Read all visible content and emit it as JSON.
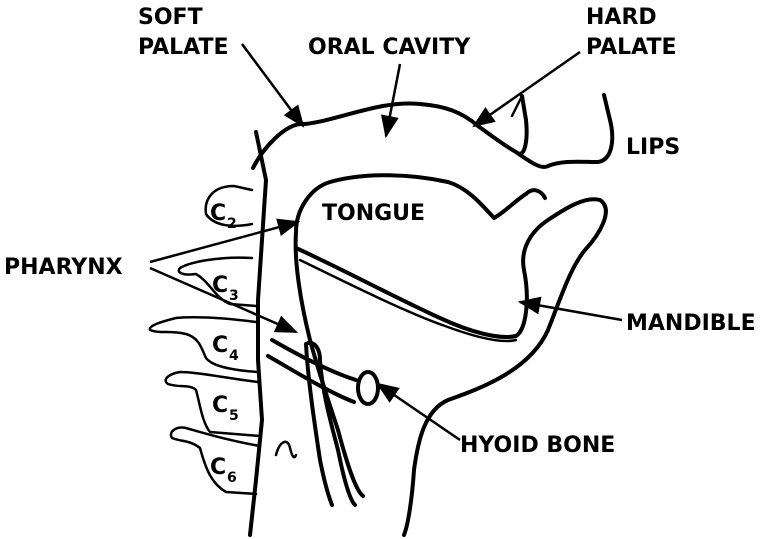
{
  "labels": {
    "soft_palate_line1": "SOFT",
    "soft_palate_line2": "PALATE",
    "oral_cavity": "ORAL CAVITY",
    "hard_palate_line1": "HARD",
    "hard_palate_line2": "PALATE",
    "lips": "LIPS",
    "tongue": "TONGUE",
    "pharynx": "PHARYNX",
    "mandible": "MANDIBLE",
    "hyoid_bone": "HYOID BONE"
  },
  "vertebrae": [
    {
      "letter": "C",
      "number": "2"
    },
    {
      "letter": "C",
      "number": "3"
    },
    {
      "letter": "C",
      "number": "4"
    },
    {
      "letter": "C",
      "number": "5"
    },
    {
      "letter": "C",
      "number": "6"
    }
  ]
}
